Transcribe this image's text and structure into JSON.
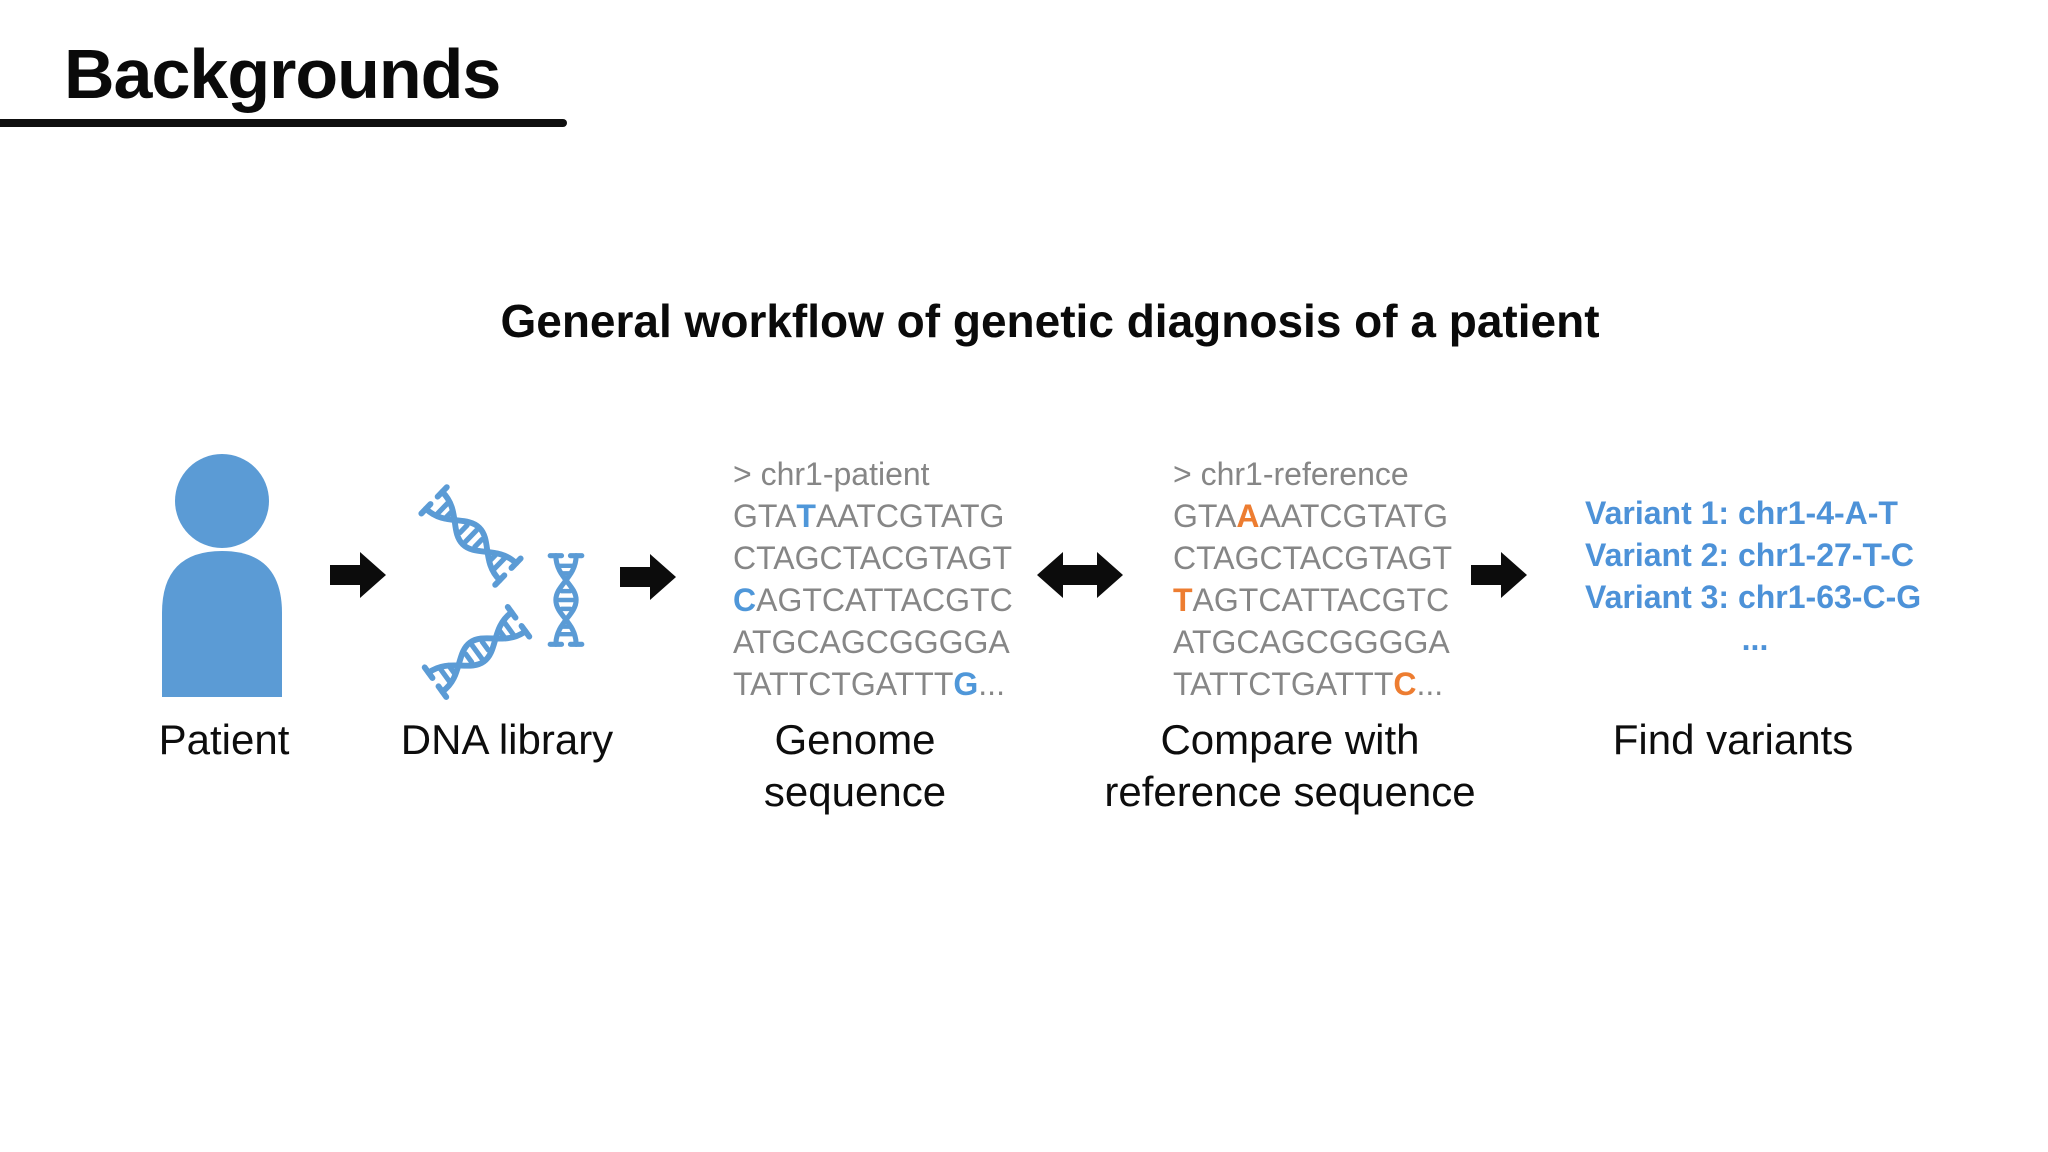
{
  "title": "Backgrounds",
  "subtitle": "General workflow of genetic diagnosis of a patient",
  "colors": {
    "accent_blue": "#5b9bd5",
    "accent_orange": "#ed7d31",
    "sequence_gray": "#868686",
    "variant_text_blue": "#4d92d8",
    "arrow_black": "#0c0c0c"
  },
  "icons": {
    "patient": "person-silhouette-icon",
    "dna": "dna-helix-icon",
    "arrow": "arrow-right-icon",
    "double_arrow": "arrow-left-right-icon"
  },
  "workflow": {
    "patient": {
      "caption": "Patient"
    },
    "dna_library": {
      "caption": "DNA library"
    },
    "genome_sequence": {
      "caption_line1": "Genome",
      "caption_line2": "sequence",
      "header": "> chr1-patient",
      "seq": [
        {
          "pre": "GTA",
          "mut": "T",
          "post": "AATCGTATG"
        },
        {
          "pre": "CTAGCTACGTAGT",
          "mut": "",
          "post": ""
        },
        {
          "pre": "",
          "mut": "C",
          "post": "AGTCATTACGTC"
        },
        {
          "pre": "ATGCAGCGGGGA",
          "mut": "",
          "post": ""
        },
        {
          "pre": "TATTCTGATTT",
          "mut": "G",
          "post": "..."
        }
      ]
    },
    "reference_sequence": {
      "caption_line1": "Compare with",
      "caption_line2": "reference sequence",
      "header": "> chr1-reference",
      "seq": [
        {
          "pre": "GTA",
          "mut": "A",
          "post": "AATCGTATG"
        },
        {
          "pre": "CTAGCTACGTAGT",
          "mut": "",
          "post": ""
        },
        {
          "pre": "",
          "mut": "T",
          "post": "AGTCATTACGTC"
        },
        {
          "pre": "ATGCAGCGGGGA",
          "mut": "",
          "post": ""
        },
        {
          "pre": "TATTCTGATTT",
          "mut": "C",
          "post": "..."
        }
      ]
    },
    "variants": {
      "caption": "Find variants",
      "items": [
        "Variant 1: chr1-4-A-T",
        "Variant 2: chr1-27-T-C",
        "Variant 3: chr1-63-C-G"
      ],
      "more": "..."
    }
  }
}
